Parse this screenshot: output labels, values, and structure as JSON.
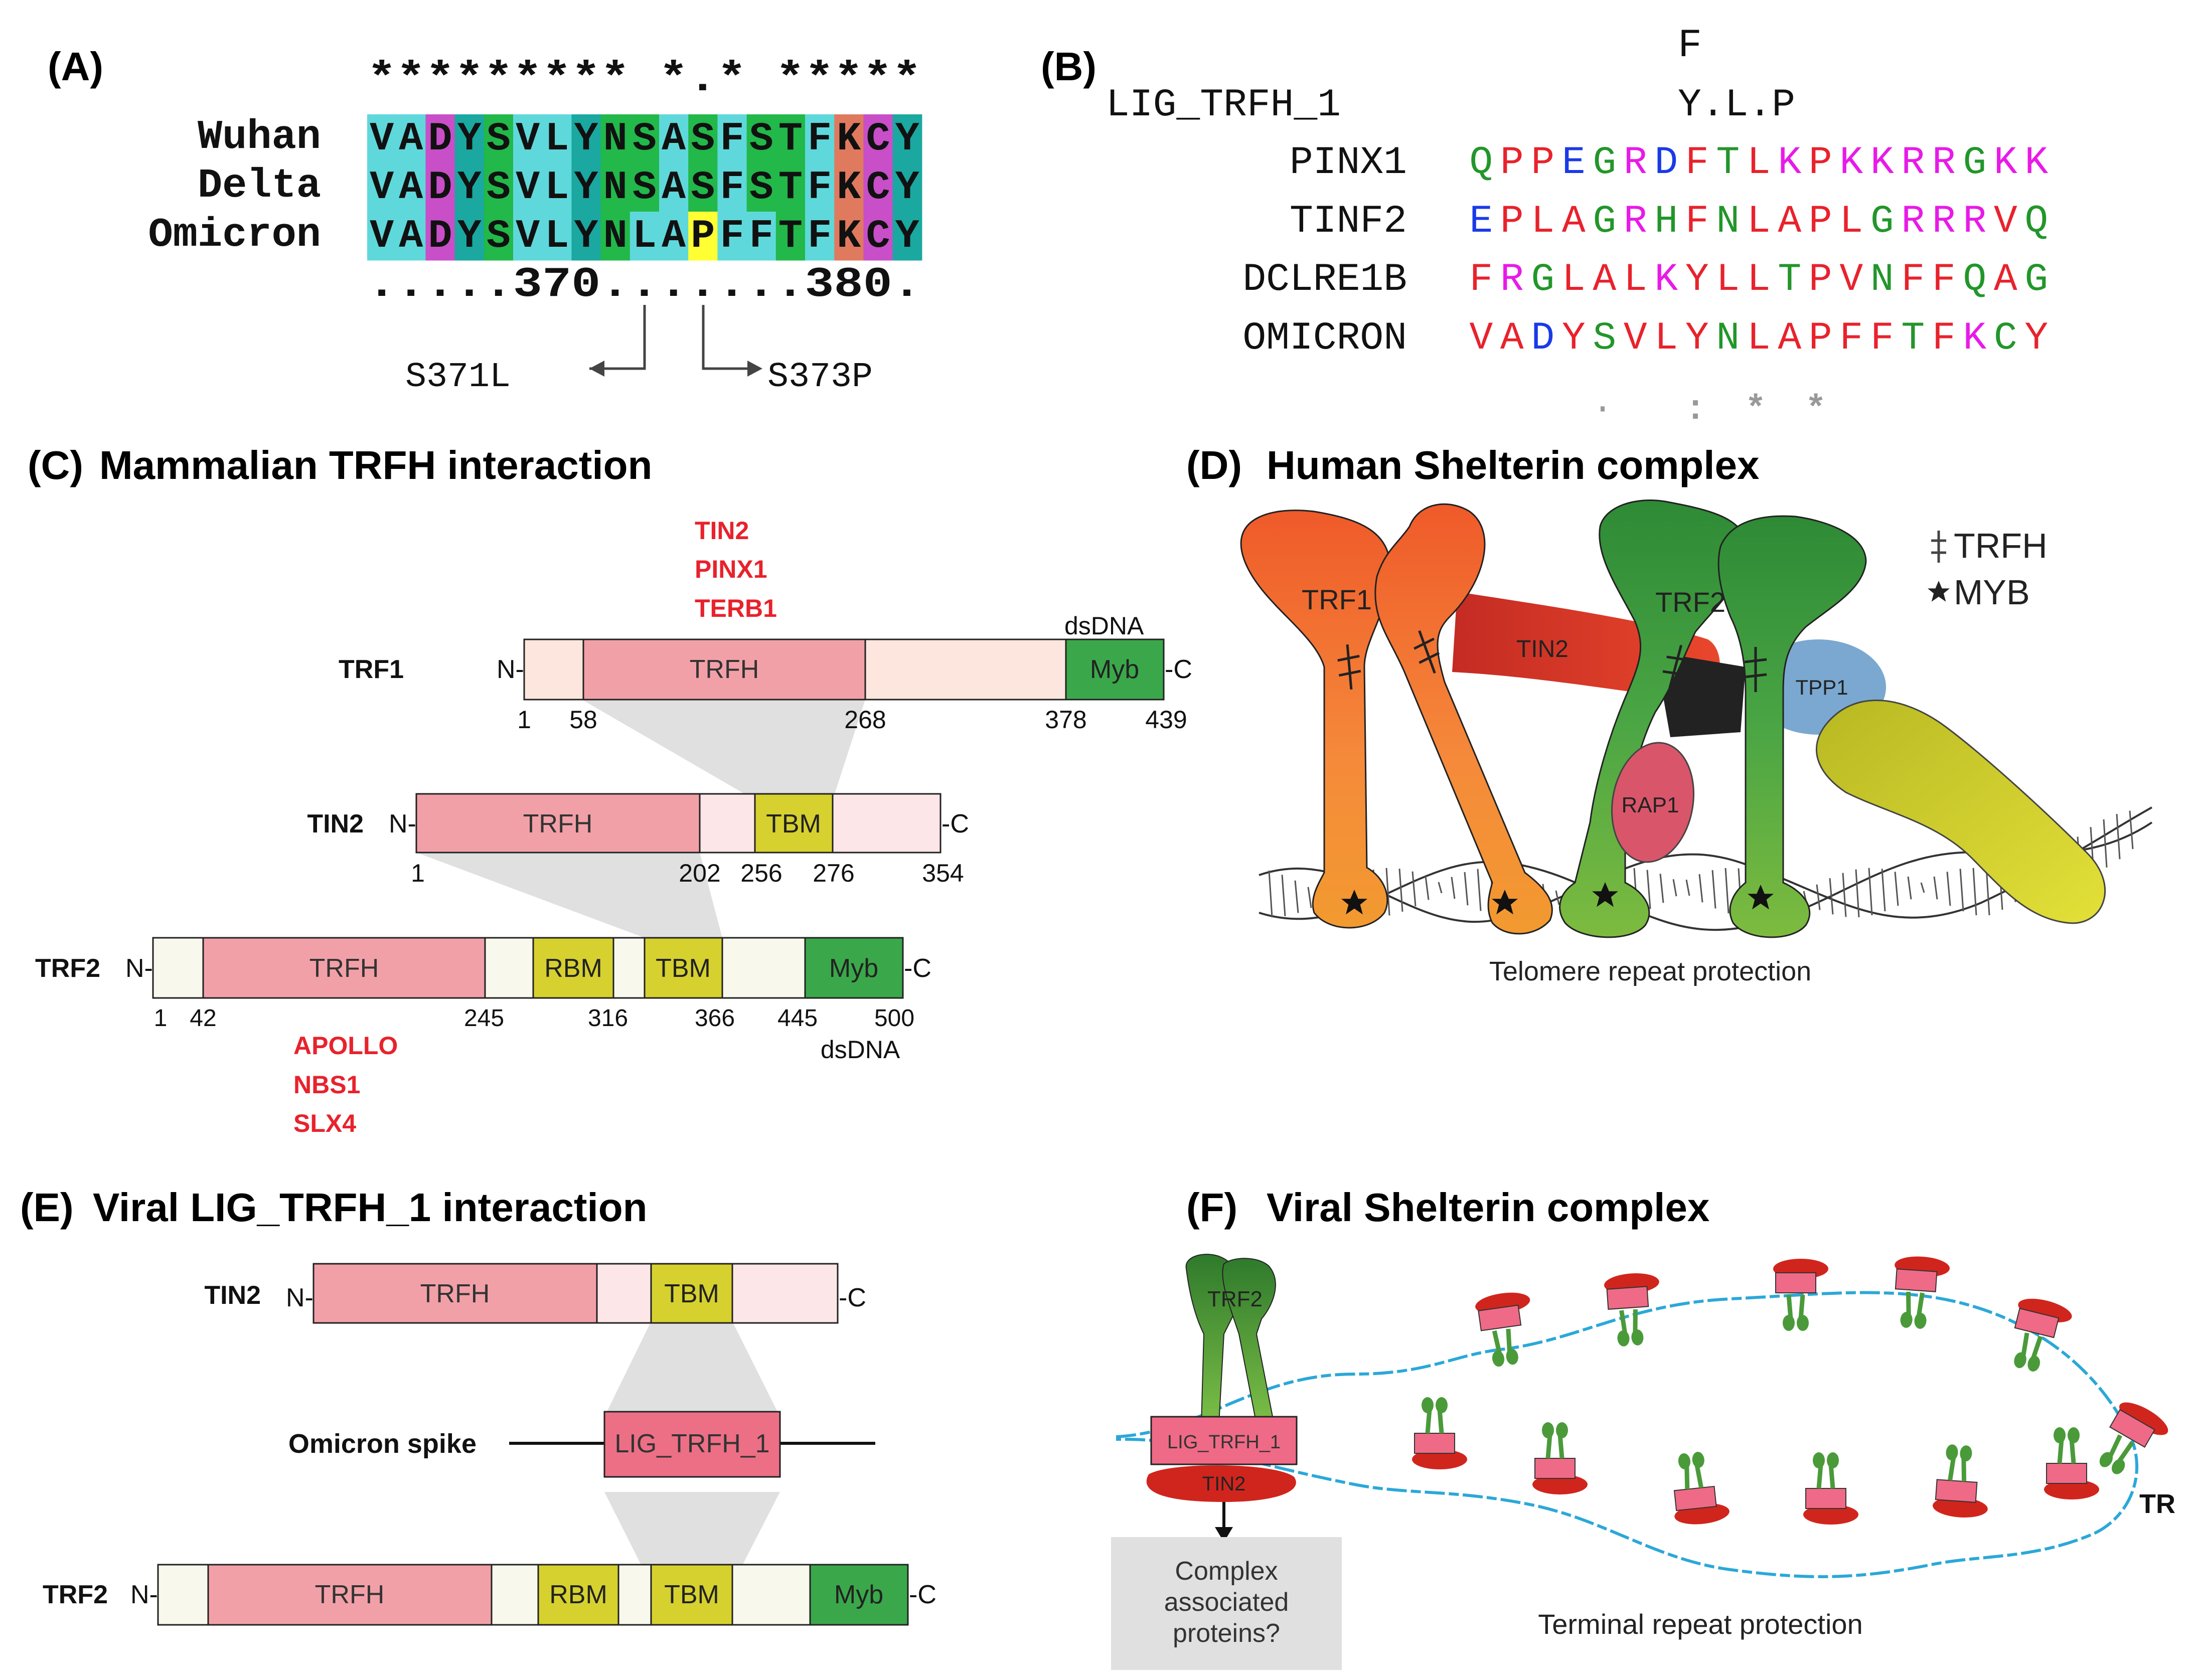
{
  "panels": {
    "a": {
      "label": "(A)",
      "conservation": "********* *.* *****",
      "rows": [
        {
          "name": "Wuhan",
          "seq": "VADYSVLYNSASFSTFKCY"
        },
        {
          "name": "Delta",
          "seq": "VADYSVLYNSASFSTFKCY"
        },
        {
          "name": "Omicron",
          "seq": "VADYSVLYNLAPFFTFKCY"
        }
      ],
      "ruler": ".....370.......380.",
      "mut1": "S371L",
      "mut2": "S373P"
    },
    "b": {
      "label": "(B)",
      "motif_alt": "F",
      "motif_name": "LIG_TRFH_1",
      "motif": "Y.L.P",
      "rows": [
        {
          "name": "PINX1",
          "seq": "QPPEGRDFTLKPKKRRGKK"
        },
        {
          "name": "TINF2",
          "seq": "EPLAGRHFNLAPLGRRRVQ"
        },
        {
          "name": "DCLRE1B",
          "seq": "FRGLALKYLLTPVNFFQAG"
        },
        {
          "name": "OMICRON",
          "seq": "VADYSVLYNLAPFFTFKCY"
        }
      ],
      "conservation_marks": [
        "·",
        ":",
        "*",
        "*"
      ]
    },
    "c": {
      "label": "(C)",
      "title": "Mammalian TRFH interaction",
      "trf1_partners": [
        "TIN2",
        "PINX1",
        "TERB1"
      ],
      "trf2_partners": [
        "APOLLO",
        "NBS1",
        "SLX4"
      ],
      "trf1": {
        "name": "TRF1",
        "n": "N-",
        "c": "-C",
        "trfh": "TRFH",
        "myb": "Myb",
        "dsdna": "dsDNA",
        "nums": [
          "1",
          "58",
          "268",
          "378",
          "439"
        ]
      },
      "tin2": {
        "name": "TIN2",
        "n": "N-",
        "c": "-C",
        "trfh": "TRFH",
        "tbm": "TBM",
        "nums": [
          "1",
          "202",
          "256",
          "276",
          "354"
        ]
      },
      "trf2": {
        "name": "TRF2",
        "n": "N-",
        "c": "-C",
        "trfh": "TRFH",
        "rbm": "RBM",
        "tbm": "TBM",
        "myb": "Myb",
        "dsdna": "dsDNA",
        "nums": [
          "1",
          "42",
          "245",
          "316",
          "366",
          "445",
          "500"
        ]
      }
    },
    "d": {
      "label": "(D)",
      "title": "Human Shelterin complex",
      "legend_trfh": "TRFH",
      "legend_myb": "MYB",
      "trf1": "TRF1",
      "tin2": "TIN2",
      "trf2": "TRF2",
      "tpp1": "TPP1",
      "rap1": "RAP1",
      "caption": "Telomere repeat protection"
    },
    "e": {
      "label": "(E)",
      "title": "Viral LIG_TRFH_1 interaction",
      "tin2": {
        "name": "TIN2",
        "n": "N-",
        "c": "-C",
        "trfh": "TRFH",
        "tbm": "TBM"
      },
      "spike": {
        "name": "Omicron spike",
        "box": "LIG_TRFH_1"
      },
      "trf2": {
        "name": "TRF2",
        "n": "N-",
        "c": "-C",
        "trfh": "TRFH",
        "rbm": "RBM",
        "tbm": "TBM",
        "myb": "Myb"
      }
    },
    "f": {
      "label": "(F)",
      "title": "Viral Shelterin complex",
      "trf2": "TRF2",
      "lig": "LIG_TRFH_1",
      "tin2": "TIN2",
      "question": [
        "Complex",
        "associated",
        "proteins?"
      ],
      "tr": "TR",
      "caption": "Terminal repeat protection"
    }
  },
  "colors": {
    "trfh": "#f2a0a8",
    "tbm": "#d6d12e",
    "myb": "#3aa84a",
    "red_text": "#e8222c",
    "trf1_orange": "#f07a30",
    "trf2_green": "#3a9a3a",
    "tin2_red": "#d93a2a"
  },
  "icons": [
    "double-dagger-icon",
    "star-icon"
  ]
}
